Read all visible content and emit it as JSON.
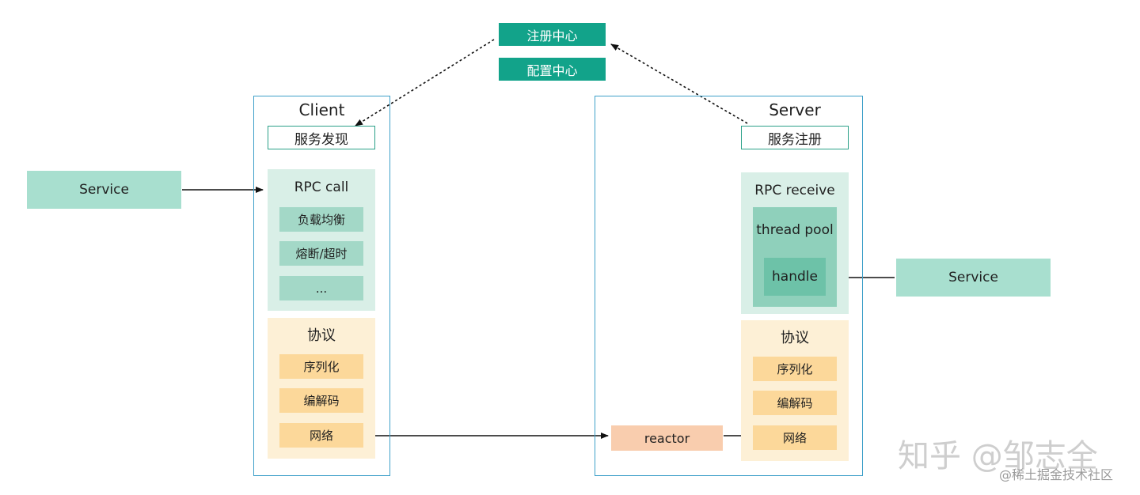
{
  "registry": {
    "registration_center": "注册中心",
    "config_center": "配置中心"
  },
  "client": {
    "title": "Client",
    "discovery": "服务发现",
    "rpc": {
      "title": "RPC call",
      "items": [
        "负载均衡",
        "熔断/超时",
        "..."
      ]
    },
    "protocol": {
      "title": "协议",
      "items": [
        "序列化",
        "编解码",
        "网络"
      ]
    }
  },
  "server": {
    "title": "Server",
    "registration": "服务注册",
    "rpc": {
      "title": "RPC receive",
      "thread_pool": "thread pool",
      "handle": "handle"
    },
    "protocol": {
      "title": "协议",
      "items": [
        "序列化",
        "编解码",
        "网络"
      ]
    }
  },
  "external": {
    "client_service": "Service",
    "server_service": "Service"
  },
  "reactor": "reactor",
  "watermark": {
    "main": "知乎 @邹志全",
    "sub": "@稀土掘金技术社区"
  },
  "colors": {
    "registry_bg": "#12a38a",
    "frame_border": "#3ea0c9",
    "rpc_panel": "#d9efe7",
    "rpc_item": "#a3d8c7",
    "protocol_panel": "#fdf0d6",
    "protocol_item": "#fcd89a",
    "reactor": "#f9cdae",
    "service_external": "#a8dfcf"
  }
}
